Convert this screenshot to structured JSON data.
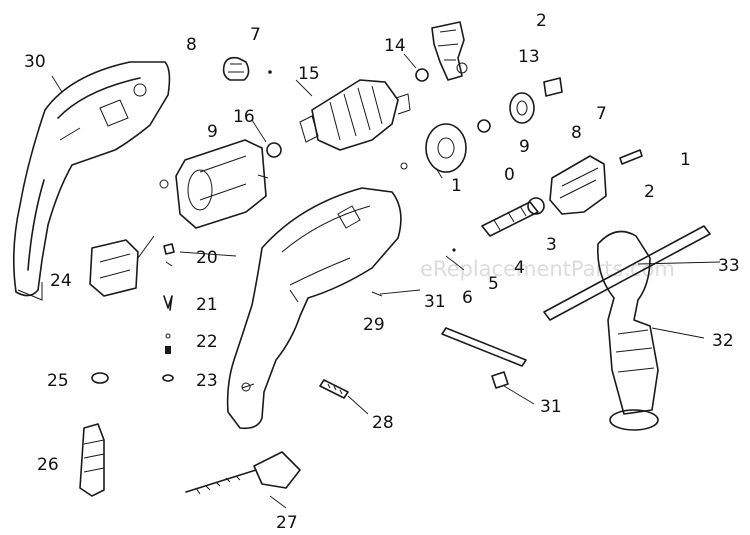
{
  "watermark": "eReplacementParts.com",
  "labels": [
    "30",
    "8",
    "7",
    "14",
    "2",
    "15",
    "13",
    "7",
    "16",
    "9",
    "8",
    "9",
    "0",
    "1",
    "1",
    "2",
    "3",
    "4",
    "5",
    "6",
    "33",
    "20",
    "24",
    "21",
    "31",
    "29",
    "22",
    "32",
    "25",
    "23",
    "31",
    "28",
    "26",
    "27"
  ]
}
